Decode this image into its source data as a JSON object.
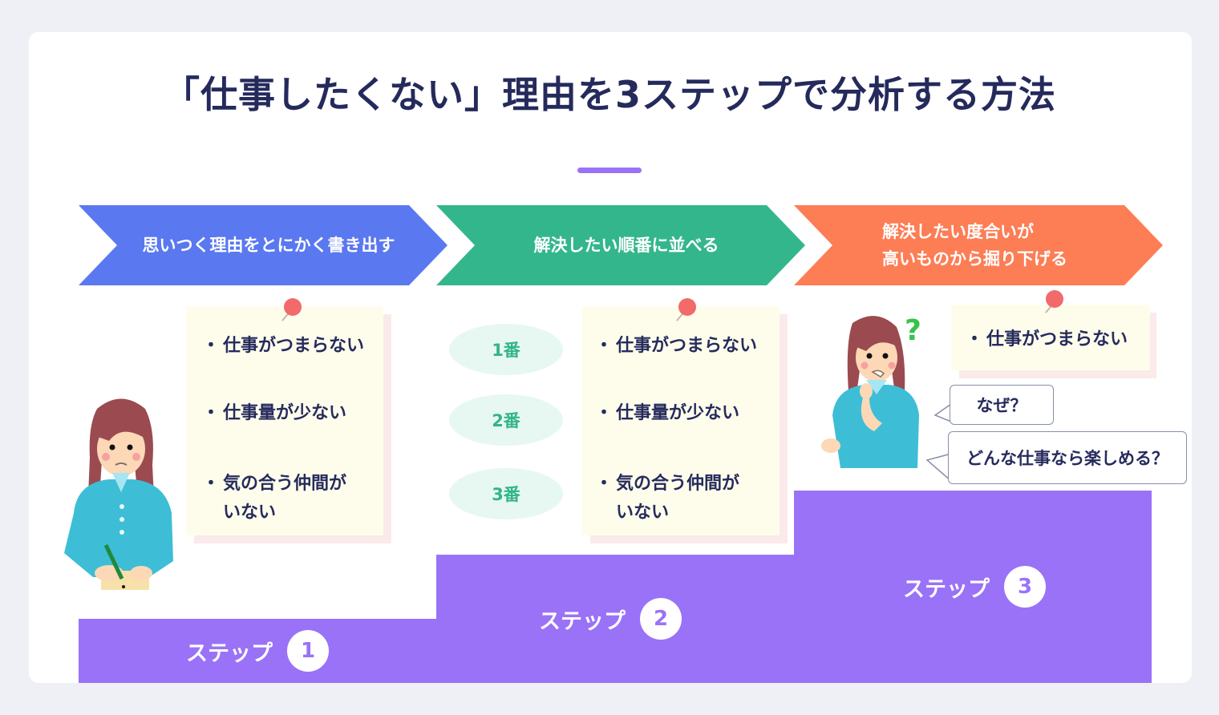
{
  "title": "「仕事したくない」理由を3ステップで分析する方法",
  "colors": {
    "background": "#efeff6",
    "card": "#ffffff",
    "title_text": "#252a5c",
    "accent_purple": "#9a72f7",
    "step1_blue": "#5a78f0",
    "step2_green": "#34b68c",
    "step3_orange": "#fd7d55",
    "note_yellow": "#fefdec",
    "pin_red": "#f26a6a"
  },
  "chevrons": [
    {
      "lines": [
        "思いつく理由をとにかく書き出す"
      ]
    },
    {
      "lines": [
        "解決したい順番に並べる"
      ]
    },
    {
      "lines": [
        "解決したい度合いが",
        "高いものから掘り下げる"
      ]
    }
  ],
  "step1": {
    "label": "ステップ",
    "number": "1",
    "note_items": [
      "仕事がつまらない",
      "仕事量が少ない",
      "気の合う仲間が",
      "いない"
    ],
    "bullet": "・"
  },
  "step2": {
    "label": "ステップ",
    "number": "2",
    "orders": [
      "1番",
      "2番",
      "3番"
    ],
    "note_items": [
      "仕事がつまらない",
      "仕事量が少ない",
      "気の合う仲間が",
      "いない"
    ],
    "bullet": "・"
  },
  "step3": {
    "label": "ステップ",
    "number": "3",
    "note_item": "仕事がつまらない",
    "bullet": "・",
    "question_mark": "?",
    "bubbles": [
      "なぜ？",
      "どんな仕事なら楽しめる？"
    ]
  }
}
